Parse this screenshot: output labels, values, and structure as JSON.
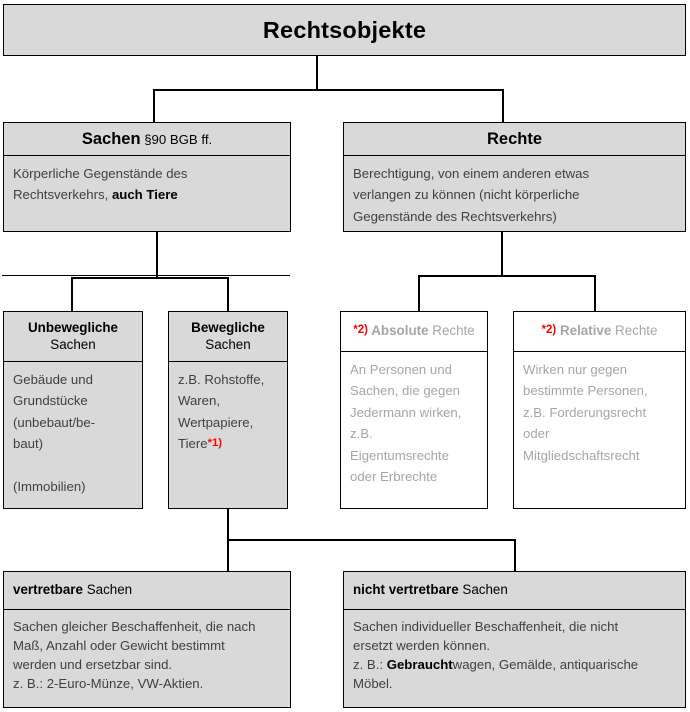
{
  "title": {
    "text": "Rechtsobjekte"
  },
  "colors": {
    "box_fill": "#d9d9d9",
    "box_border": "#000000",
    "page_background": "#ffffff",
    "body_text": "#3f3f3f",
    "muted_text": "#a6a6a6",
    "footnote_marker": "#ff0000"
  },
  "level2": {
    "sachen": {
      "header_bold": "Sachen",
      "header_normal": " §90 BGB ff.",
      "body_line1": "Körperliche Gegenstände des",
      "body_line2_normal": "Rechtsverkehrs, ",
      "body_line2_bold": "auch Tiere"
    },
    "rechte": {
      "header_bold": "Rechte",
      "body_line1": "Berechtigung, von einem anderen etwas",
      "body_line2": "verlangen zu können (nicht körperliche",
      "body_line3": "Gegenstände des Rechtsverkehrs)"
    }
  },
  "level3": {
    "unbewegliche": {
      "header_bold": "Unbewegliche",
      "header_normal": "Sachen",
      "body_line1": "Gebäude und",
      "body_line2": "Grundstücke",
      "body_line3": "(unbebaut/be-",
      "body_line4": "baut)",
      "body_line5": "",
      "body_line6": "(Immobilien)"
    },
    "bewegliche": {
      "header_bold": "Bewegliche",
      "header_normal": "Sachen",
      "body_line1": "z.B. Rohstoffe,",
      "body_line2": "Waren,",
      "body_line3": "Wertpapiere,",
      "body_line4_normal": "Tiere",
      "body_line4_marker": "*1)"
    },
    "absolute": {
      "header_marker": "*2)",
      "header_bold": " Absolute",
      "header_normal": " Rechte",
      "body_line1": "An Personen und",
      "body_line2": "Sachen, die gegen",
      "body_line3": "Jedermann wirken,",
      "body_line4": "z.B.",
      "body_line5": "Eigentumsrechte",
      "body_line6": "oder Erbrechte"
    },
    "relative": {
      "header_marker": "*2)",
      "header_bold": " Relative",
      "header_normal": " Rechte",
      "body_line1": "Wirken nur gegen",
      "body_line2": "bestimmte Personen,",
      "body_line3": "z.B. Forderungsrecht",
      "body_line4": "oder",
      "body_line5": "Mitgliedschaftsrecht"
    }
  },
  "level4": {
    "vertretbare": {
      "header_bold": "vertretbare",
      "header_normal": " Sachen",
      "body_line1": "Sachen gleicher Beschaffenheit, die nach",
      "body_line2": "Maß, Anzahl oder Gewicht bestimmt",
      "body_line3": "werden und ersetzbar sind.",
      "body_line4": "z. B.: 2-Euro-Münze, VW-Aktien."
    },
    "nicht_vertretbare": {
      "header_bold": "nicht vertretbare",
      "header_normal": " Sachen",
      "body_line1": "Sachen individueller Beschaffenheit, die nicht",
      "body_line2": "ersetzt werden können.",
      "body_line3_pre": "z. B.: ",
      "body_line3_bold": "Gebraucht",
      "body_line3_post": "wagen, Gemälde, antiquarische",
      "body_line4": "Möbel."
    }
  }
}
